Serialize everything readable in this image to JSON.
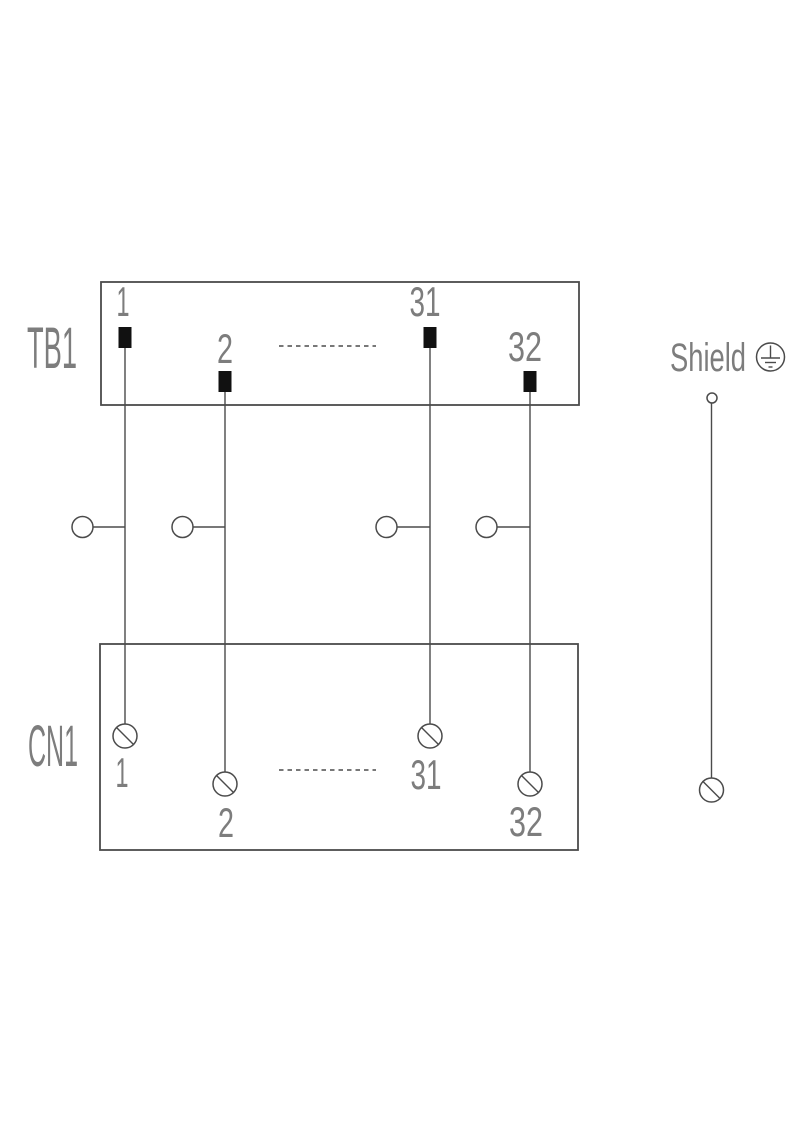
{
  "colors": {
    "background": "#ffffff",
    "line": "#4b4b4b",
    "text": "#7d7d7d",
    "pin": "#111111"
  },
  "tb1": {
    "label": "TB1",
    "pins": [
      {
        "number": "1"
      },
      {
        "number": "2"
      },
      {
        "number": "31"
      },
      {
        "number": "32"
      }
    ]
  },
  "cn1": {
    "label": "CN1",
    "pins": [
      {
        "number": "1"
      },
      {
        "number": "2"
      },
      {
        "number": "31"
      },
      {
        "number": "32"
      }
    ]
  },
  "shield": {
    "label": "Shield"
  }
}
